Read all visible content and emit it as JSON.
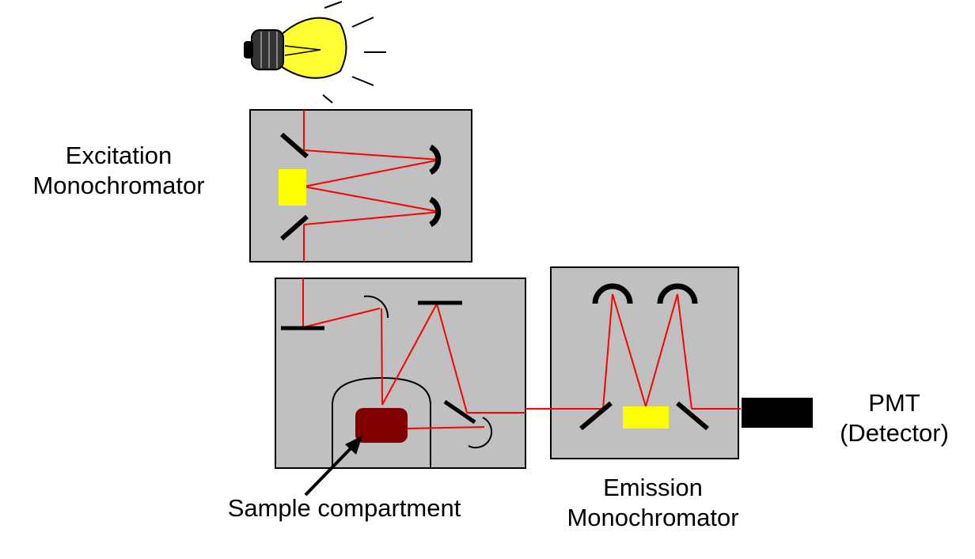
{
  "labels": {
    "excitation_line1": "Excitation",
    "excitation_line2": "Monochromator",
    "emission_line1": "Emission",
    "emission_line2": "Monochromator",
    "pmt_line1": "PMT",
    "pmt_line2": "(Detector)",
    "sample": "Sample compartment"
  },
  "colors": {
    "box_fill": "#c0c0c0",
    "beam": "#ff0000",
    "grating": "#ffff00",
    "sample": "#800000",
    "mirror": "#000000",
    "bulb": "#ffff33"
  },
  "icons": [
    "light-bulb-icon"
  ]
}
